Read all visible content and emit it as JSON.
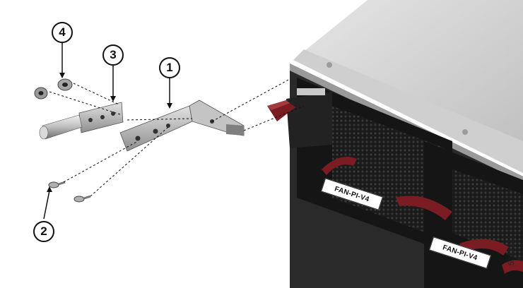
{
  "callouts": [
    {
      "id": "1",
      "label": "1"
    },
    {
      "id": "2",
      "label": "2"
    },
    {
      "id": "3",
      "label": "3"
    },
    {
      "id": "4",
      "label": "4"
    }
  ],
  "fan_labels": [
    "FAN-PI-V4",
    "FAN-PI-V4"
  ],
  "figure_id": "524735",
  "colors": {
    "handle": "#7a1c22",
    "chassis": "#d8d8d8",
    "metal": "#b9b9b9",
    "fan_grille": "#1b1b1b"
  }
}
